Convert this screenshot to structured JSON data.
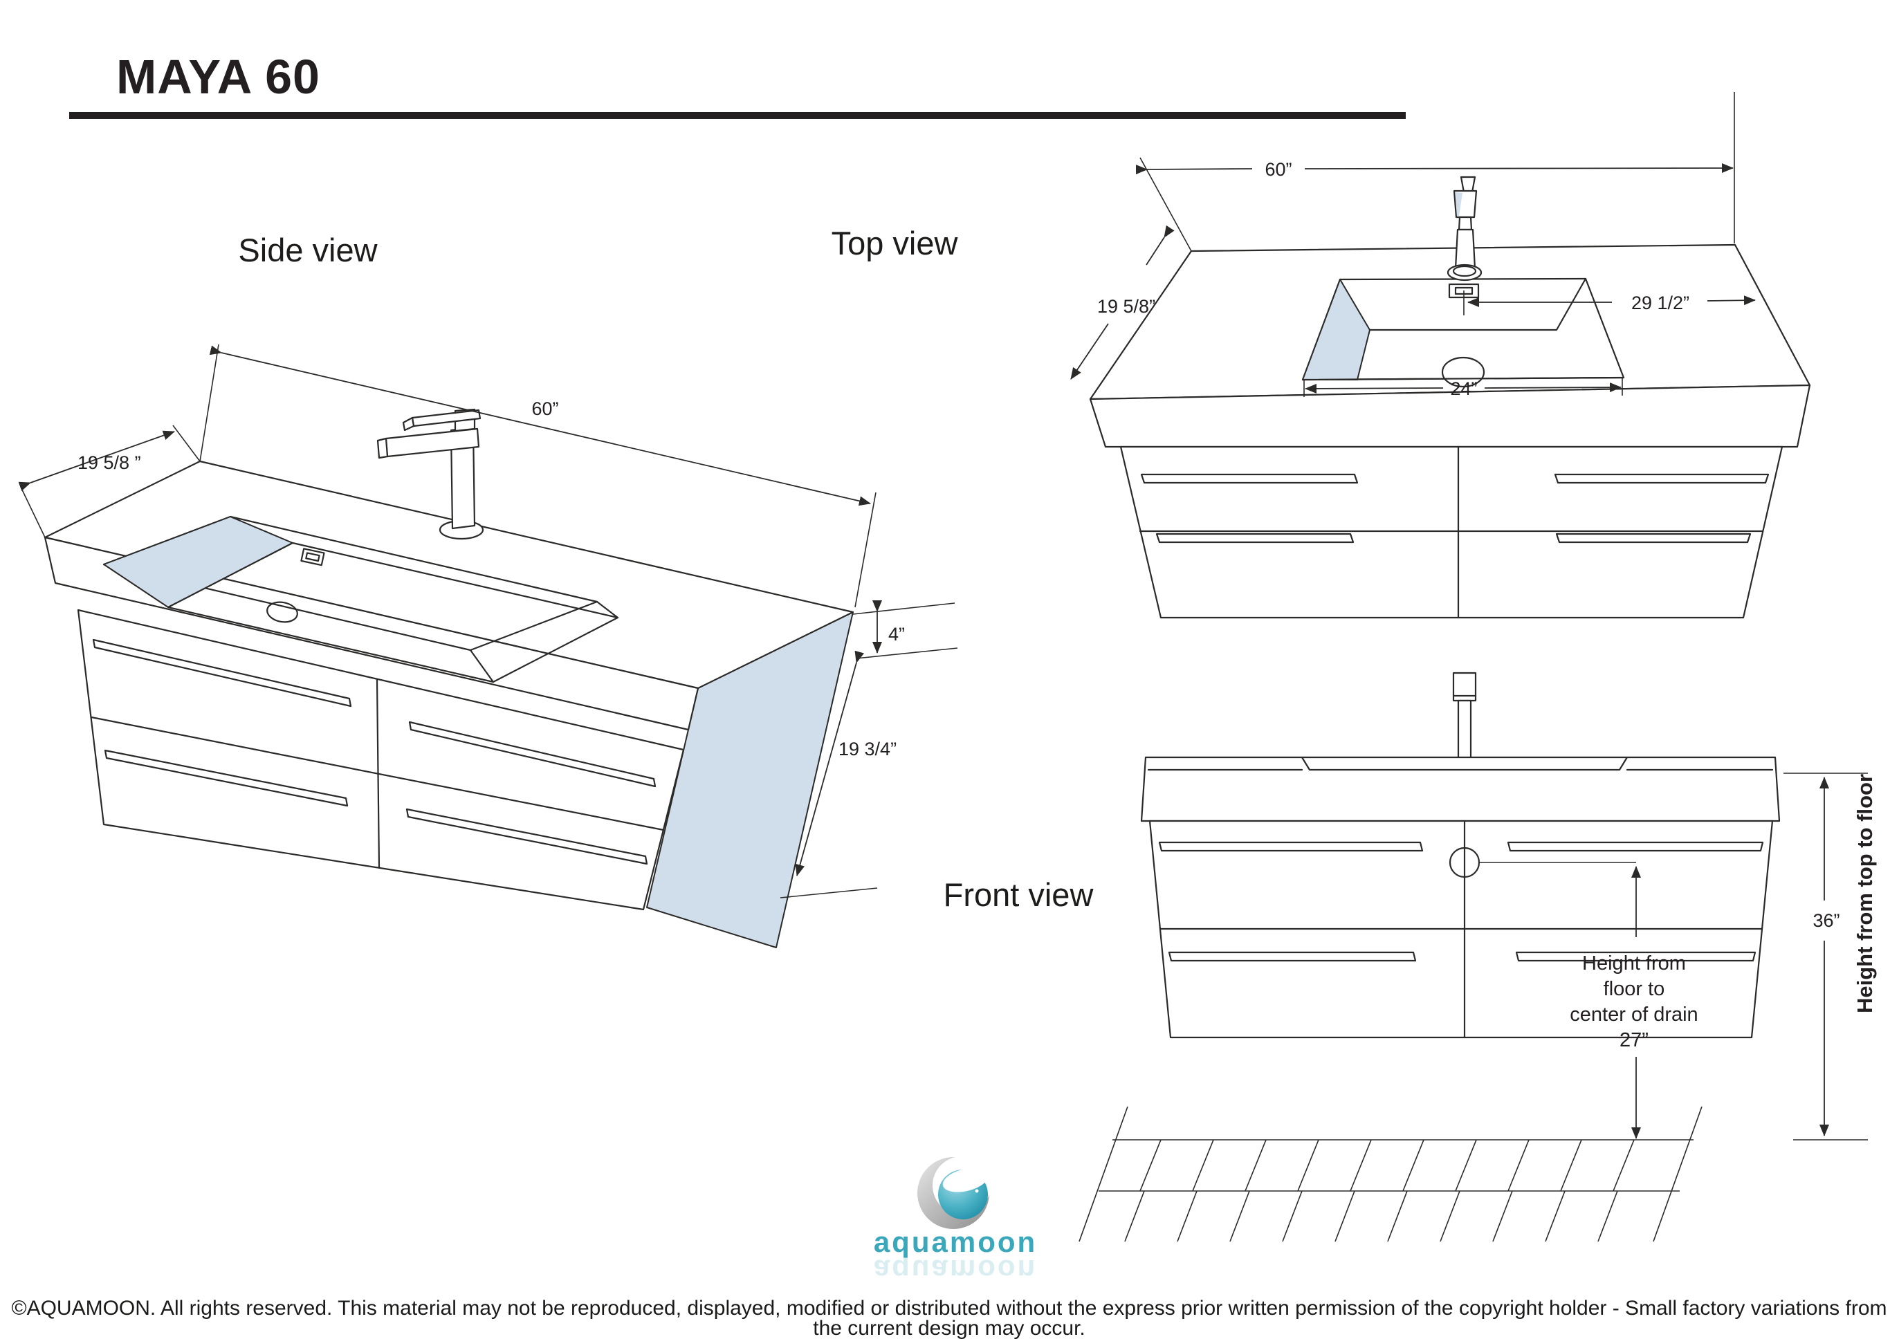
{
  "page": {
    "title": "MAYA 60"
  },
  "side_view": {
    "label": "Side view",
    "dim_width": "60”",
    "dim_depth": "19 5/8 ”",
    "dim_counter_thickness": "4”",
    "dim_cabinet_height": "19 3/4”"
  },
  "top_view": {
    "label": "Top view",
    "dim_width": "60”",
    "dim_depth": "19 5/8”",
    "dim_drain_to_edge": "29 1/2”",
    "dim_basin_width": "24”"
  },
  "front_view": {
    "label": "Front view",
    "dim_total_height": "36”",
    "height_axis_label": "Height from top to floor",
    "drain_note_lines": [
      "Height from",
      "floor to",
      "center of drain",
      "27”"
    ]
  },
  "logo": {
    "text": "aquamoon"
  },
  "footer": {
    "line1": "©AQUAMOON. All rights reserved. This material may not be reproduced, displayed, modified or distributed without the express prior written permission of the copyright holder - Small factory variations from",
    "line2": "the current design may occur."
  },
  "colors": {
    "line": "#2b2a29",
    "panel_blue": "#cfdeea",
    "logo_teal": "#3aa7ba",
    "text": "#231f20"
  }
}
